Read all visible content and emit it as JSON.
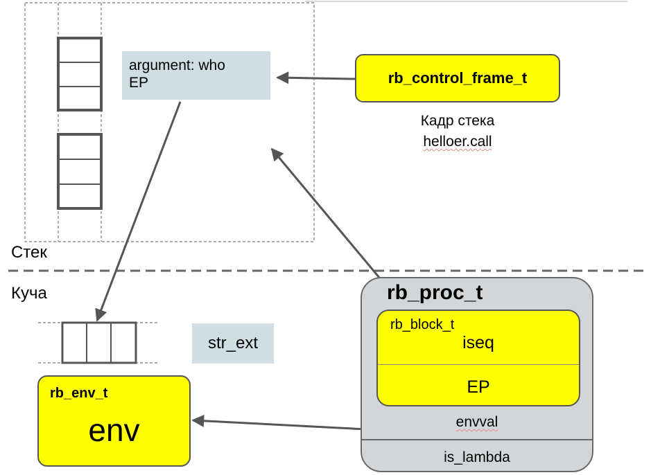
{
  "stack_section": {
    "label": "Стек",
    "argument_box": {
      "line1": "argument: who",
      "line2": "EP"
    },
    "control_frame": {
      "label": "rb_control_frame_t",
      "caption_line1": "Кадр стека",
      "caption_line2": "helloer.call"
    }
  },
  "heap_section": {
    "label": "Куча",
    "str_ext": "str_ext",
    "env": {
      "type": "rb_env_t",
      "name": "env"
    },
    "proc": {
      "type": "rb_proc_t",
      "block": {
        "type": "rb_block_t",
        "iseq": "iseq",
        "ep": "EP"
      },
      "envval": "envval",
      "is_lambda": "is_lambda"
    }
  },
  "colors": {
    "yellow": "#ffff00",
    "light_blue": "#cfdee3",
    "gray": "#d2d6d8",
    "arrow": "#555555"
  }
}
